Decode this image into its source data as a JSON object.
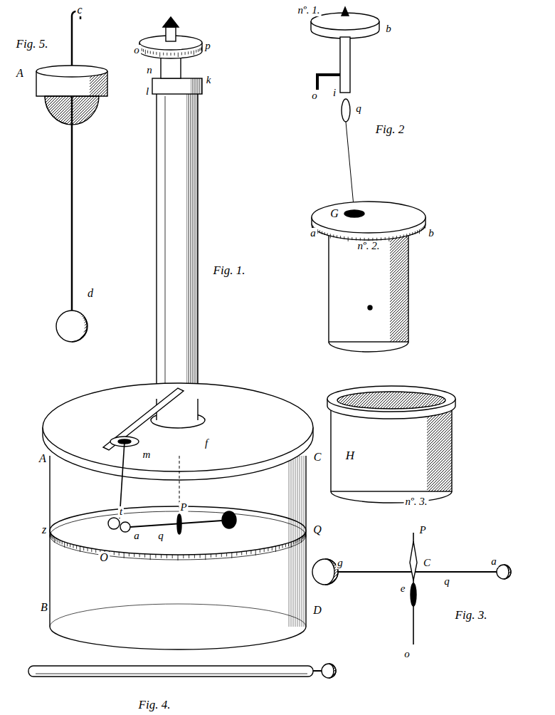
{
  "diagram": {
    "labels": [
      "Fig. 5.",
      "c",
      "A",
      "d",
      "o",
      "p",
      "n",
      "k",
      "l",
      "Fig. 1.",
      "nº. 1.",
      "b",
      "o",
      "i",
      "q",
      "Fig. 2",
      "G",
      "a",
      "b",
      "nº. 2.",
      "H",
      "nº. 3.",
      "A",
      "C",
      "m",
      "f",
      "t",
      "a",
      "q",
      "P",
      "z",
      "Q",
      "O",
      "B",
      "D",
      "g",
      "P",
      "C",
      "q",
      "a",
      "e",
      "o",
      "Fig. 3.",
      "Fig. 4."
    ]
  }
}
